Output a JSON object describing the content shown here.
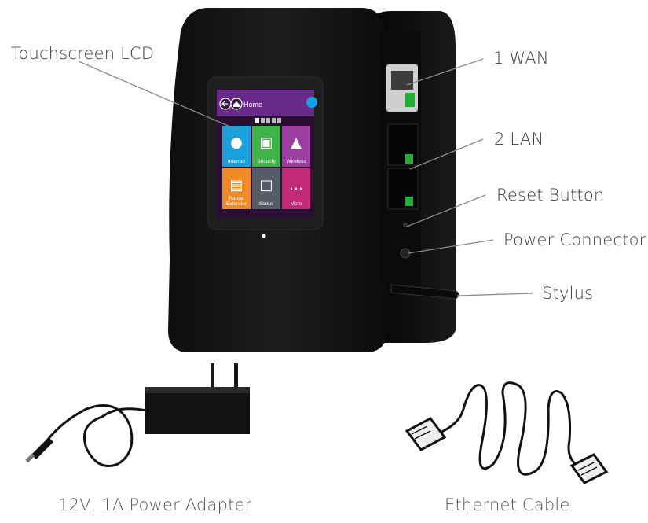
{
  "callouts": {
    "touchscreen": "Touchscreen LCD",
    "wan": "1 WAN",
    "lan": "2 LAN",
    "reset": "Reset Button",
    "power_connector": "Power Connector",
    "stylus": "Stylus"
  },
  "captions": {
    "power_adapter": "12V, 1A Power Adapter",
    "ethernet_cable": "Ethernet Cable"
  },
  "screen": {
    "header_title": "Home",
    "tiles": [
      {
        "label": "Internet",
        "icon": "globe-icon",
        "color": "#1aa0dc"
      },
      {
        "label": "Security",
        "icon": "lock-icon",
        "color": "#3fb34a"
      },
      {
        "label": "Wireless",
        "icon": "antenna-icon",
        "color": "#9b3ea0"
      },
      {
        "label": "Range Extender",
        "icon": "extender-icon",
        "color": "#f08a24"
      },
      {
        "label": "Status",
        "icon": "status-icon",
        "color": "#555b66"
      },
      {
        "label": "More",
        "icon": "more-icon",
        "color": "#c42a7a"
      }
    ]
  },
  "colors": {
    "router_body": "#161616",
    "screen_header": "#6a2a8a",
    "port_led": "#1fae3a"
  }
}
